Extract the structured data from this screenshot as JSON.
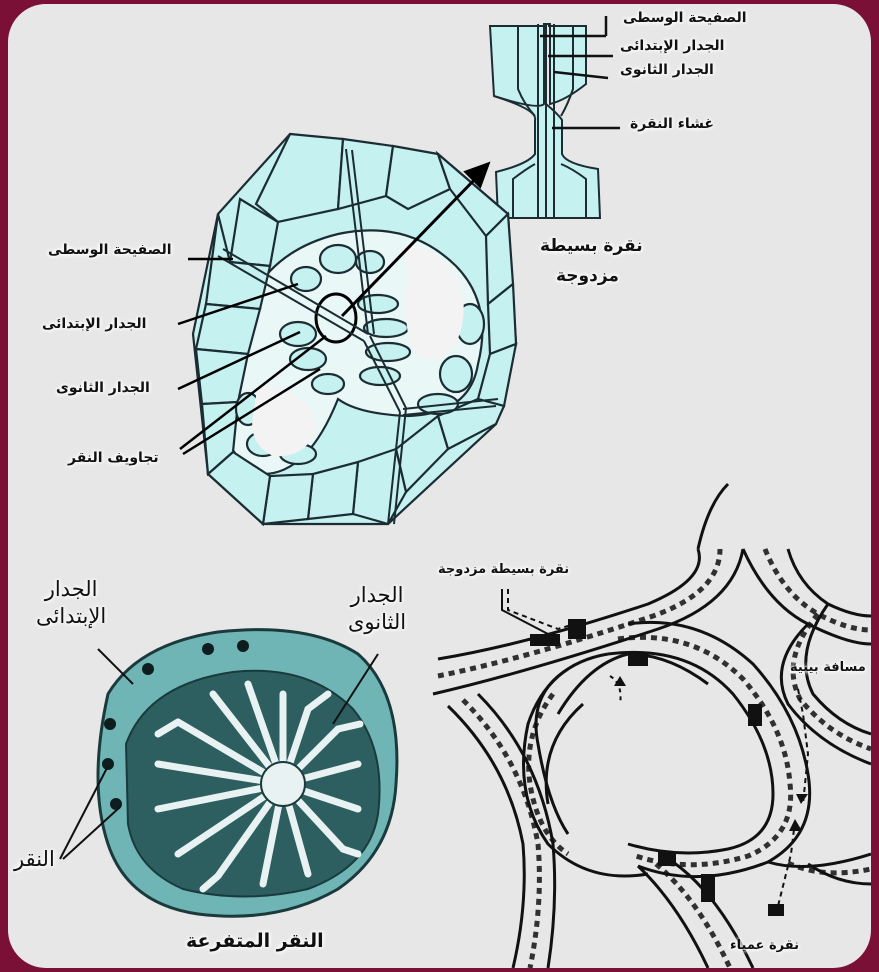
{
  "colors": {
    "cell_fill": "#c6f1f1",
    "cell_stroke": "#1b2d33",
    "pit_fill": "#6fb5b5",
    "pit_dark": "#2d5f60",
    "background": "#e7e7e7",
    "frame": "#7a1036"
  },
  "top_detail": {
    "labels": [
      "الصفيحة الوسطى",
      "الجدار الإبتدائى",
      "الجدار الثانوى",
      "غشاء النقرة"
    ],
    "caption_line1": "نقرة بسيطة",
    "caption_line2": "مزدوجة"
  },
  "cell_section": {
    "labels": [
      "الصفيحة الوسطى",
      "الجدار الإبتدائى",
      "الجدار الثانوى",
      "تجاويف النقر"
    ]
  },
  "ramiform": {
    "label_primary_line1": "الجدار",
    "label_primary_line2": "الإبتدائى",
    "label_secondary_line1": "الجدار",
    "label_secondary_line2": "الثانوى",
    "label_pits": "النقر",
    "caption": "النقر المتفرعة"
  },
  "tissue": {
    "label_pit_pair": "نقرة بسيطة مزدوجة",
    "label_intercellular": "مسافة بينية",
    "label_blind_pit": "نقرة عمياء"
  }
}
